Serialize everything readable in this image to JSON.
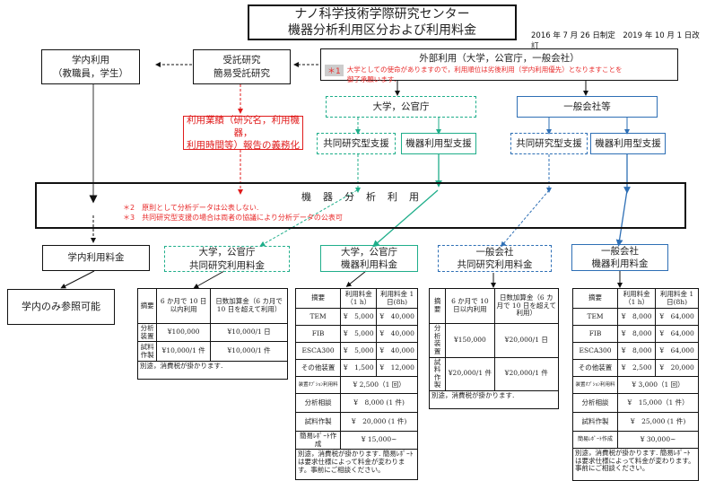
{
  "header": {
    "title_line1": "ナノ科学技術学際研究センター",
    "title_line2": "機器分析利用区分および利用料金",
    "dates": "2016 年 7 月 26 日制定　2019 年 10 月 1 日改訂"
  },
  "nodes": {
    "internal": {
      "line1": "学内利用",
      "line2": "（教職員，学生）"
    },
    "commissioned": {
      "line1": "受託研究",
      "line2": "簡易受託研究"
    },
    "external": {
      "title": "外部利用（大学，公官庁，一般会社）",
      "star": "＊1",
      "note_line1": "大学としての使命がありますので，利用順位は劣後利用（学内利用優先）となりますことを",
      "note_line2": "御了承願います."
    },
    "report_obligation": {
      "line1": "利用業績（研究名，利用機器，",
      "line2": "利用時間等）報告の義務化"
    },
    "univ_gov": "大学，公官庁",
    "company": "一般会社等",
    "univ_joint_support": "共同研究型支援",
    "univ_equip_support": "機器利用型支援",
    "comp_joint_support": "共同研究型支援",
    "comp_equip_support": "機器利用型支援",
    "analysis": {
      "title": "機　器　分　析　利　用",
      "note2": "＊2　原則として分析データは公表しない.",
      "note3": "＊3　共同研究型支援の場合は両者の協議により分析データの公表可"
    },
    "fee_internal": "学内利用料金",
    "fee_univ_joint": {
      "line1": "大学，公官庁",
      "line2": "共同研究利用料金"
    },
    "fee_univ_equip": {
      "line1": "大学，公官庁",
      "line2": "機器利用料金"
    },
    "fee_comp_joint": {
      "line1": "一般会社",
      "line2": "共同研究利用料金"
    },
    "fee_comp_equip": {
      "line1": "一般会社",
      "line2": "機器利用料金"
    },
    "internal_only": "学内のみ参照可能"
  },
  "tables": {
    "univ_joint": {
      "headers": [
        "摘要",
        "6 か月で 10 日以内利用",
        "日数加算金（6 カ月で 10 日を超えて利用）"
      ],
      "rows": [
        [
          "分析装置",
          "¥100,000",
          "¥10,000/1 日"
        ],
        [
          "試料作製",
          "¥10,000/1 件",
          "¥10,000/1 件"
        ]
      ],
      "footnote": "別途，消費税が掛かります."
    },
    "univ_equip": {
      "headers": [
        "摘要",
        "利用料金（1 h）",
        "利用料金 1 日(8h)"
      ],
      "rows": [
        [
          "TEM",
          "¥　5,000",
          "¥　40,000"
        ],
        [
          "FIB",
          "¥　5,000",
          "¥　40,000"
        ],
        [
          "ESCA300",
          "¥　5,000",
          "¥　40,000"
        ],
        [
          "その他装置",
          "¥　1,500",
          "¥　12,000"
        ]
      ],
      "extra": [
        [
          "装置ｵﾌﾟｼｮﾝ利用料",
          "¥ 2,500（1 回）"
        ],
        [
          "分析相談",
          "¥　8,000 (1 件)"
        ],
        [
          "試料作製",
          "¥　20,000 (1 件)"
        ],
        [
          "簡易ﾚﾎﾟｰﾄ作成",
          "¥ 15,000~"
        ]
      ],
      "footnote": "別途，消費税が掛かります. 簡易ﾚﾎﾟｰﾄは要求仕様によって料金が変わります。事前にご相談ください。"
    },
    "comp_joint": {
      "headers": [
        "摘要",
        "6 か月で 10 日以内利用",
        "日数加算金（6 カ月で 10 日を超えて利用）"
      ],
      "rows": [
        [
          "分析装置",
          "¥150,000",
          "¥20,000/1 日"
        ],
        [
          "試料作製",
          "¥20,000/1 件",
          "¥20,000/1 件"
        ]
      ],
      "footnote": "別途，消費税が掛かります."
    },
    "comp_equip": {
      "headers": [
        "摘要",
        "利用料金（1 h）",
        "利用料金 1 日(8h)"
      ],
      "rows": [
        [
          "TEM",
          "¥　8,000",
          "¥　64,000"
        ],
        [
          "FIB",
          "¥　8,000",
          "¥　64,000"
        ],
        [
          "ESCA300",
          "¥　8,000",
          "¥　64,000"
        ],
        [
          "その他装置",
          "¥　2,500",
          "¥　20,000"
        ]
      ],
      "extra": [
        [
          "装置ｵﾌﾟｼｮﾝ利用料",
          "¥ 3,000（1 回）"
        ],
        [
          "分析相談",
          "¥　15,000（1 件）"
        ],
        [
          "試料作製",
          "¥　25,000 (1 件)"
        ],
        [
          "簡易ﾚﾎﾟｰﾄ作成",
          "¥ 30,000~"
        ]
      ],
      "footnote": "別途，消費税が掛かります. 簡易ﾚﾎﾟｰﾄは要求仕様によって料金が変わります。事前にご相談ください。"
    }
  },
  "colors": {
    "green": "#1fae8a",
    "blue": "#2e6fb5",
    "red": "#e01b1b",
    "black": "#111111"
  }
}
